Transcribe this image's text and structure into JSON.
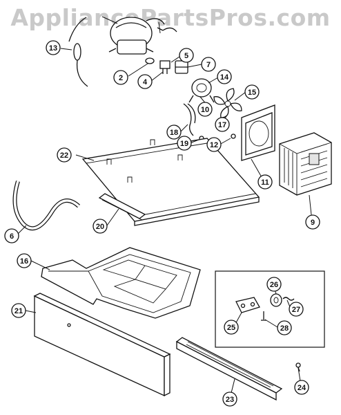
{
  "watermark": "AppliancePartsPros.com",
  "callouts": [
    "13",
    "2",
    "4",
    "5",
    "7",
    "14",
    "10",
    "15",
    "17",
    "18",
    "19",
    "12",
    "22",
    "11",
    "9",
    "6",
    "20",
    "16",
    "21",
    "26",
    "27",
    "25",
    "28",
    "23",
    "24"
  ]
}
